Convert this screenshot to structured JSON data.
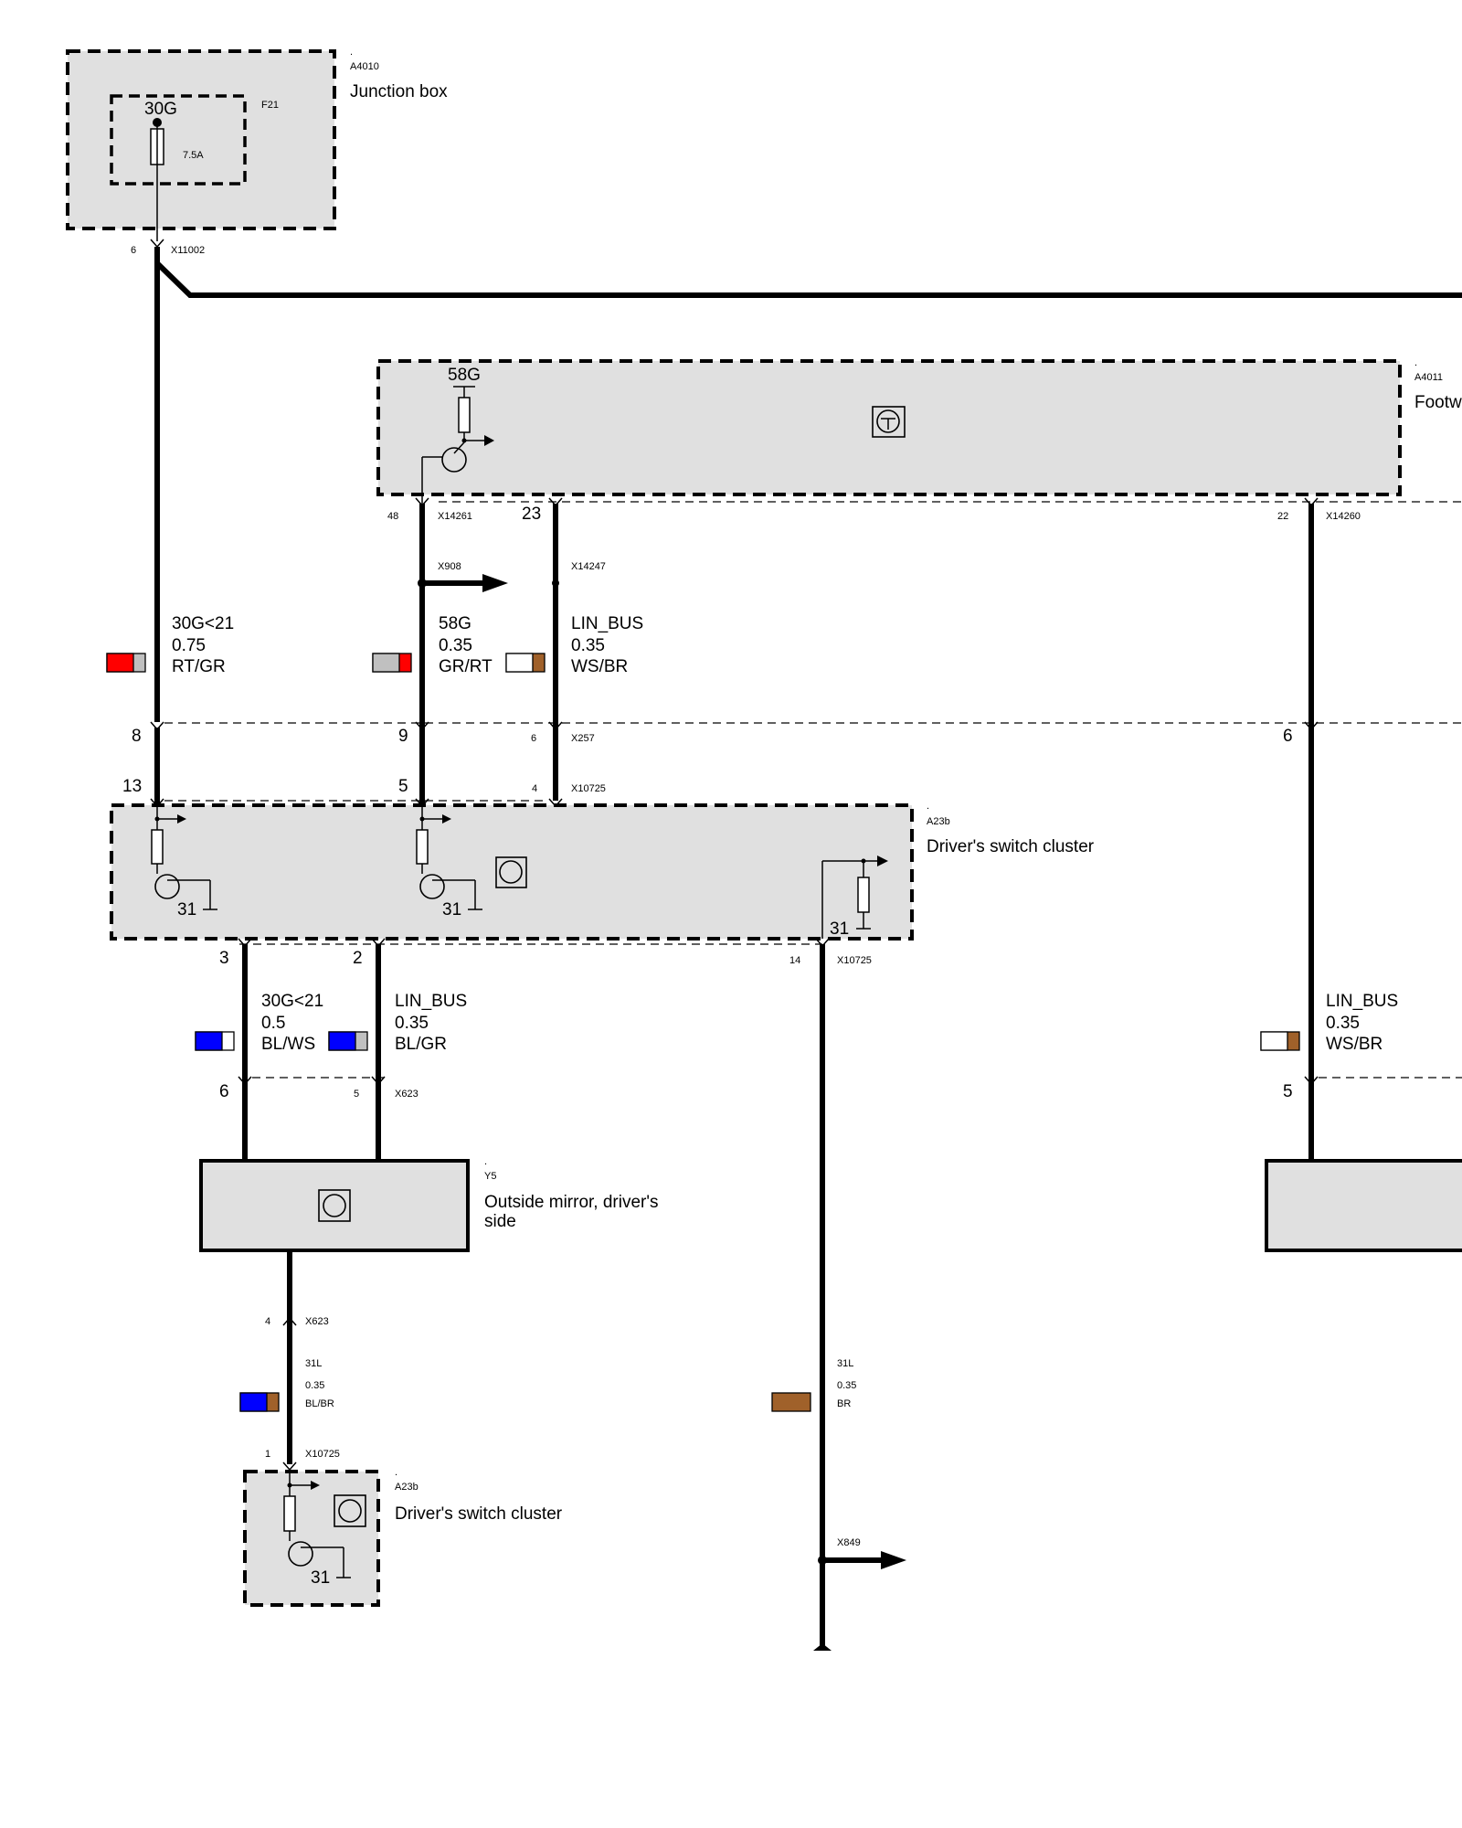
{
  "junction_box": {
    "dot": ".",
    "id": "A4010",
    "name": "Junction box",
    "fuse_id": "F21",
    "terminal": "30G",
    "rating": "7.5A",
    "pin": "6",
    "connector": "X11002"
  },
  "footwell_module": {
    "dot": ".",
    "id": "A4011",
    "name": "Footw",
    "terminal": "58G",
    "pin_48": "48",
    "connector_48": "X14261",
    "pin_23": "23",
    "pin_22": "22",
    "connector_22": "X14260"
  },
  "splice_x908": "X908",
  "splice_x14247": "X14247",
  "wires_top": [
    {
      "signal": "30G<21",
      "gauge": "0.75",
      "color": "RT/GR",
      "c1": "#ff0000",
      "c2": "#c0c0c0"
    },
    {
      "signal": "58G",
      "gauge": "0.35",
      "color": "GR/RT",
      "c1": "#c0c0c0",
      "c2": "#ff0000"
    },
    {
      "signal": "LIN_BUS",
      "gauge": "0.35",
      "color": "WS/BR",
      "c1": "#ffffff",
      "c2": "#a0612a"
    }
  ],
  "x257": {
    "pin_a": "8",
    "pin_b": "9",
    "pin_c": "6",
    "connector": "X257",
    "pin_right": "6"
  },
  "x10725_top": {
    "pin_a": "13",
    "pin_b": "5",
    "pin_c": "4",
    "connector": "X10725"
  },
  "switch_cluster": {
    "dot": ".",
    "id": "A23b",
    "name": "Driver's switch cluster",
    "gnd_a": "31",
    "gnd_b": "31",
    "gnd_c": "31"
  },
  "x10725_bottom": {
    "pin_a": "3",
    "pin_b": "2",
    "pin_c": "14",
    "connector": "X10725"
  },
  "wires_mid": [
    {
      "signal": "30G<21",
      "gauge": "0.5",
      "color": "BL/WS",
      "c1": "#0000ff",
      "c2": "#ffffff"
    },
    {
      "signal": "LIN_BUS",
      "gauge": "0.35",
      "color": "BL/GR",
      "c1": "#0000ff",
      "c2": "#c0c0c0"
    },
    {
      "signal": "LIN_BUS",
      "gauge": "0.35",
      "color": "WS/BR",
      "c1": "#ffffff",
      "c2": "#a0612a"
    }
  ],
  "x623_top": {
    "pin_a": "6",
    "pin_b": "5",
    "connector": "X623",
    "pin_right": "5"
  },
  "mirror": {
    "dot": ".",
    "id": "Y5",
    "name_line1": "Outside mirror, driver's",
    "name_line2": "side"
  },
  "x623_bottom": {
    "pin": "4",
    "connector": "X623"
  },
  "wire_mirror_gnd": {
    "signal": "31L",
    "gauge": "0.35",
    "color": "BL/BR",
    "c1": "#0000ff",
    "c2": "#a0612a"
  },
  "x10725_low": {
    "pin": "1",
    "connector": "X10725"
  },
  "switch_cluster_2": {
    "dot": ".",
    "id": "A23b",
    "name": "Driver's switch cluster",
    "gnd": "31"
  },
  "wire_gnd": {
    "signal": "31L",
    "gauge": "0.35",
    "color": "BR",
    "c1": "#a0612a"
  },
  "splice_x849": "X849"
}
